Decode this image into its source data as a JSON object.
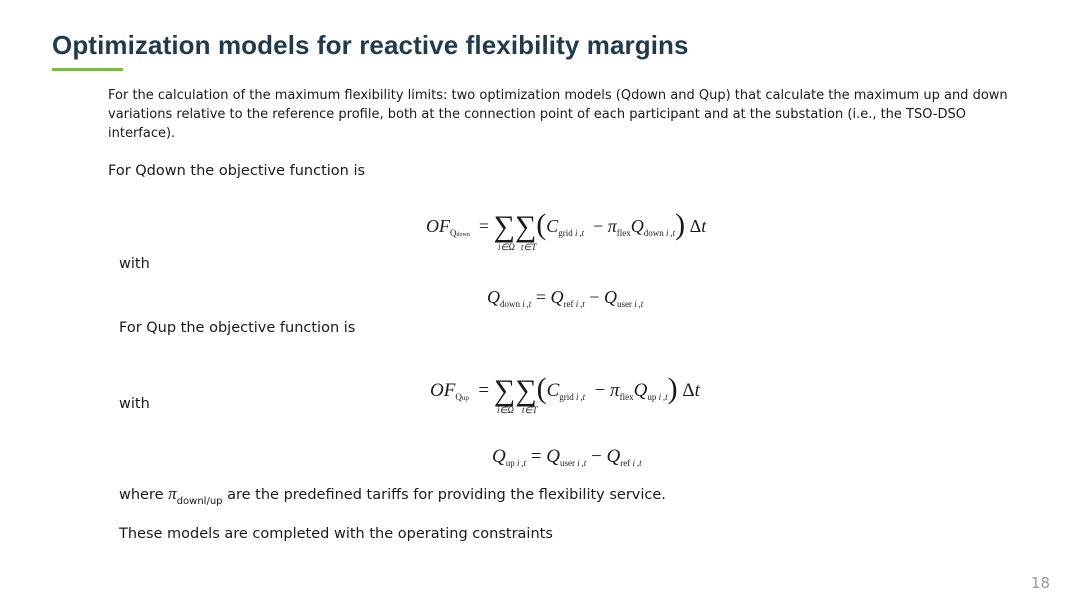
{
  "title": "Optimization models for reactive flexibility margins",
  "intro": "For the calculation of the maximum flexibility limits: two optimization models (Qdown and Qup) that calculate the maximum up and down variations relative to the reference profile, both at the connection point of each participant and at the substation (i.e., the TSO-DSO interface).",
  "qdown_heading": "For Qdown the objective function is",
  "with_1": "with",
  "qup_heading": "For Qup the objective function is",
  "with_2": "with",
  "where_prefix": "where",
  "where_pi": "π",
  "where_pi_sub": "downl/up",
  "where_suffix": " are the predefined tariffs for providing the flexibility service.",
  "closing": "These models are completed with the operating constraints",
  "page_number": "18",
  "equations": {
    "eq1": "OF_{Q_down} = Σ_{i∈Ω} Σ_{t∈T} ( C_{grid i,t} − π_flex Q_{down i,t} ) Δt",
    "eq2": "Q_{down i,t} = Q_{ref i,t} − Q_{user i,t}",
    "eq3": "OF_{Q_up} = Σ_{i∈Ω} Σ_{t∈T} ( C_{grid i,t} − π_flex Q_{up i,t} ) Δt",
    "eq4": "Q_{up i,t} = Q_{user i,t} − Q_{ref i,t}"
  },
  "colors": {
    "title": "#1f3b4d",
    "accent": "#7ab648",
    "page_number": "#9a9a9a"
  }
}
